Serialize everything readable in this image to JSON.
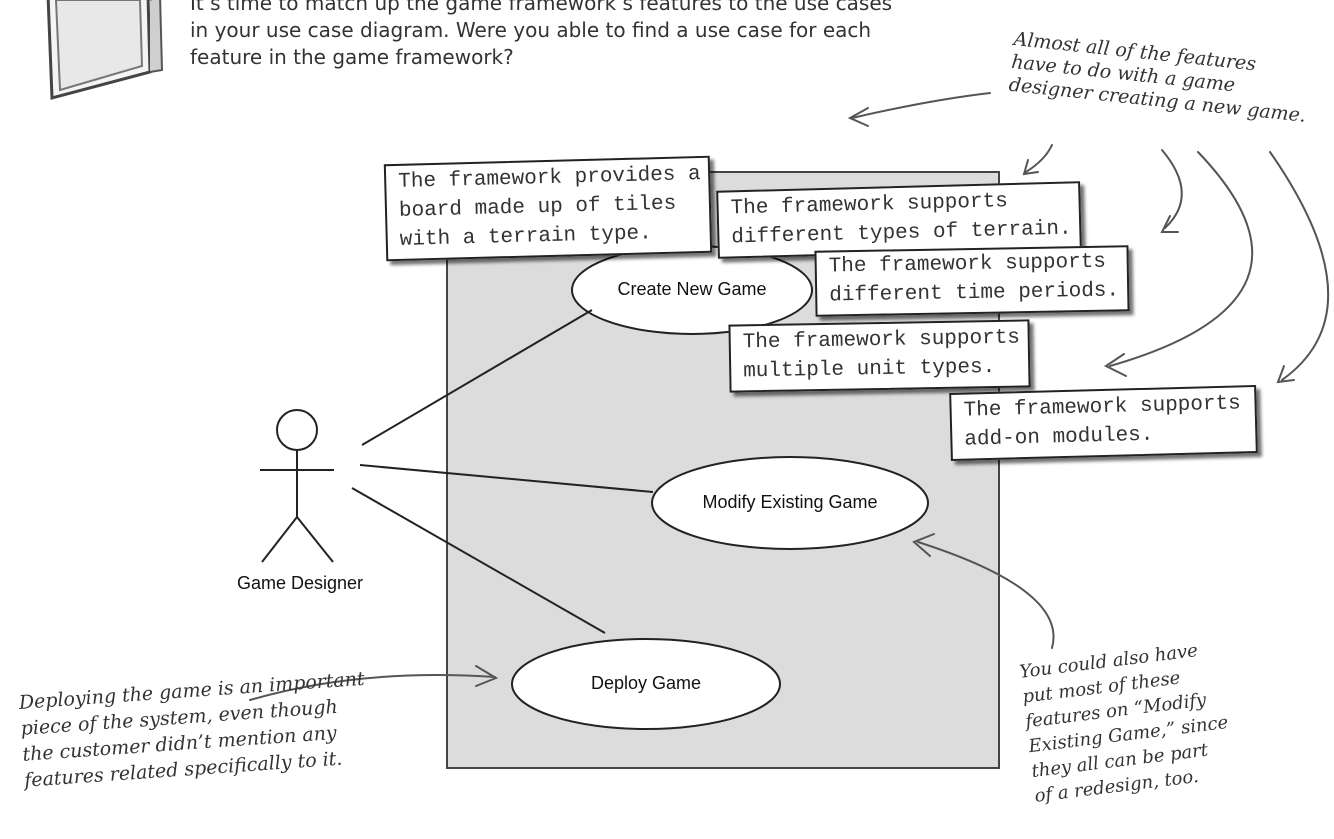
{
  "intro": {
    "lines": [
      "It’s time to match up the game framework’s features to the use cases",
      "in your use case diagram. Were you able to find a use case for each",
      "feature in the game framework?"
    ]
  },
  "diagram": {
    "actor": {
      "label": "Game Designer"
    },
    "use_cases": {
      "create": "Create New Game",
      "modify": "Modify Existing Game",
      "deploy": "Deploy Game"
    },
    "notes": {
      "tiles": [
        "The framework provides a",
        "board made up of tiles",
        "with a terrain type."
      ],
      "terrain": [
        "The framework supports",
        "different types of terrain."
      ],
      "time": [
        "The framework supports",
        "different time periods."
      ],
      "units": [
        "The framework supports",
        "multiple unit types."
      ],
      "addons": [
        "The framework supports",
        "add-on modules."
      ]
    }
  },
  "annotations": {
    "top_right": [
      "Almost all of the features",
      "have to do with a game",
      "designer creating a new game."
    ],
    "bottom_left": [
      "Deploying the game is an important",
      "piece of the system, even though",
      "the customer didn’t mention any",
      "features related specifically to it."
    ],
    "bottom_right": [
      "You could also have",
      "put most of these",
      "features on “Modify",
      "Existing Game,” since",
      "they all can be part",
      "of a redesign, too."
    ]
  }
}
